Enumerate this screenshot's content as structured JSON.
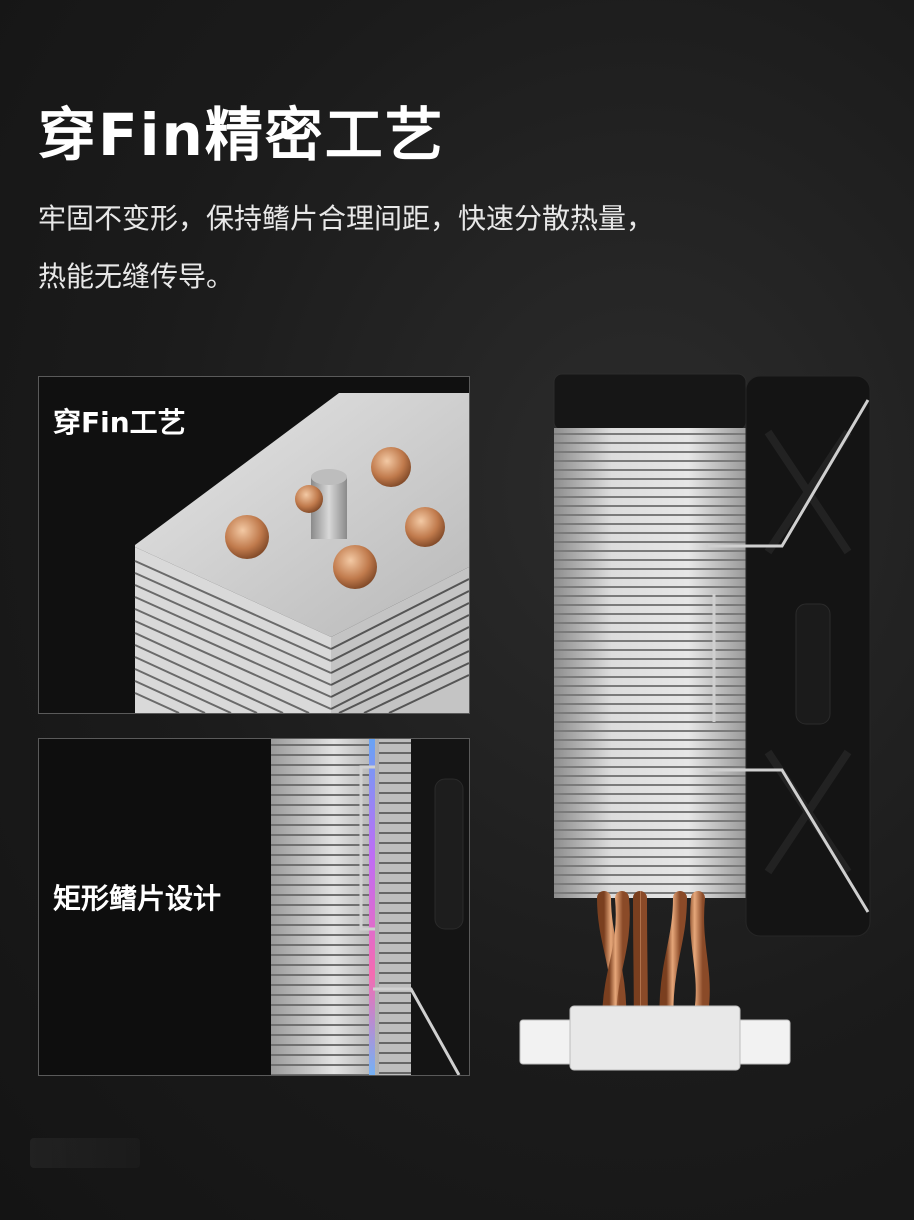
{
  "heading": {
    "title": "穿Fin精密工艺",
    "description_line1": "牢固不变形，保持鳍片合理间距，快速分散热量，",
    "description_line2": "热能无缝传导。"
  },
  "panels": [
    {
      "label": "穿Fin工艺"
    },
    {
      "label": "矩形鳍片设计"
    }
  ],
  "colors": {
    "background": "#1b1b1b",
    "fin_silver": "#cfcfcf",
    "copper": "#c98a5e",
    "fan_black": "#151515",
    "panel_border": "#5a5a5a"
  },
  "icons": [
    "copper-heatpipe-icon",
    "fan-frame-icon",
    "mounting-bracket-icon"
  ]
}
